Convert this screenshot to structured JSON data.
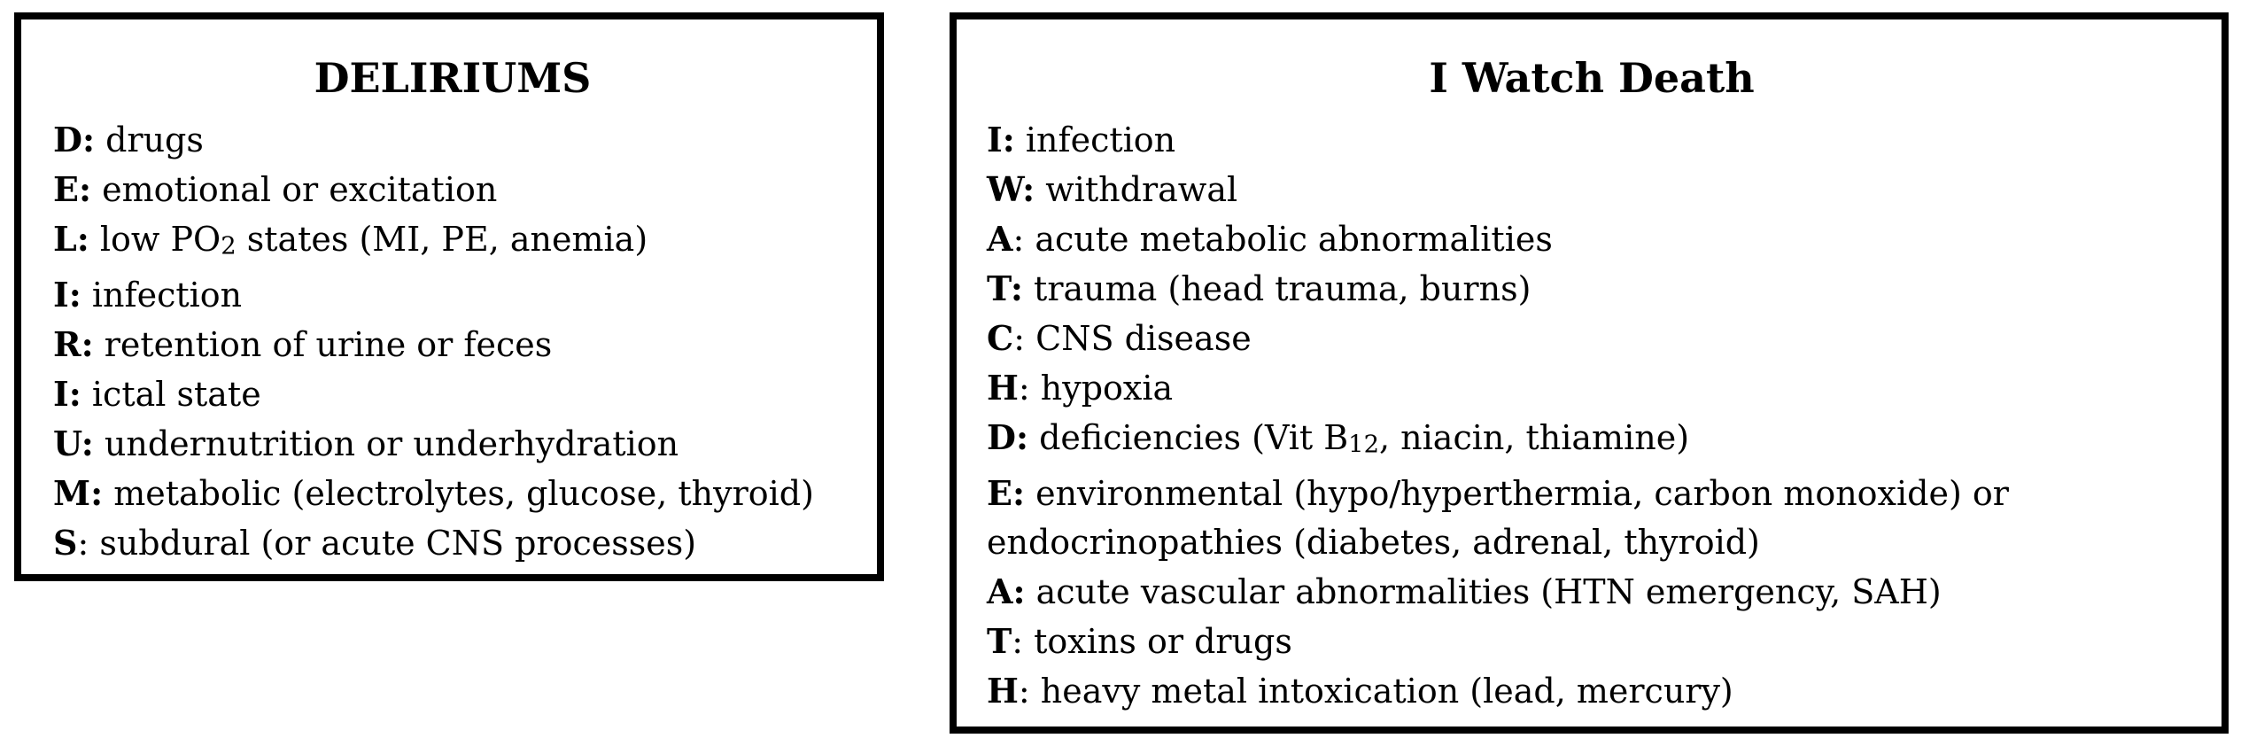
{
  "deliriums": {
    "title": "DELIRIUMS",
    "items": [
      {
        "letter": "D:",
        "text": "drugs"
      },
      {
        "letter": "E:",
        "text": "emotional or excitation"
      },
      {
        "letter": "L:",
        "text_pre": "low PO",
        "sub": "2",
        "text_post": "states (MI, PE, anemia)"
      },
      {
        "letter": "I:",
        "text": "infection"
      },
      {
        "letter": "R:",
        "text": "retention of urine or feces"
      },
      {
        "letter": "I:",
        "text": "ictal state"
      },
      {
        "letter": "U:",
        "text": "undernutrition or underhydration"
      },
      {
        "letter": "M:",
        "text": "metabolic (electrolytes, glucose, thyroid)"
      },
      {
        "letter": "S",
        "text": ": subdural (or acute CNS processes)"
      }
    ]
  },
  "i_watch_death": {
    "title": "I Watch Death",
    "items": [
      {
        "letter": "I:",
        "text": "infection"
      },
      {
        "letter": "W:",
        "text": "withdrawal"
      },
      {
        "letter": "A",
        "text": ": acute metabolic abnormalities"
      },
      {
        "letter": "T:",
        "text": "trauma (head trauma, burns)"
      },
      {
        "letter": "C",
        "text": ": CNS disease"
      },
      {
        "letter": "H",
        "text": ": hypoxia"
      },
      {
        "letter": "D:",
        "text_pre": "deficiencies (Vit B",
        "sub": "12",
        "text_post": ", niacin, thiamine)"
      },
      {
        "letter": "E:",
        "text": "environmental (hypo/hyperthermia, carbon monoxide) or endocrinopathies (diabetes, adrenal, thyroid)"
      },
      {
        "letter": "A:",
        "text": "acute vascular abnormalities (HTN emergency, SAH)"
      },
      {
        "letter": "T",
        "text": ": toxins or drugs"
      },
      {
        "letter": "H",
        "text": ": heavy metal intoxication (lead, mercury)"
      }
    ]
  }
}
